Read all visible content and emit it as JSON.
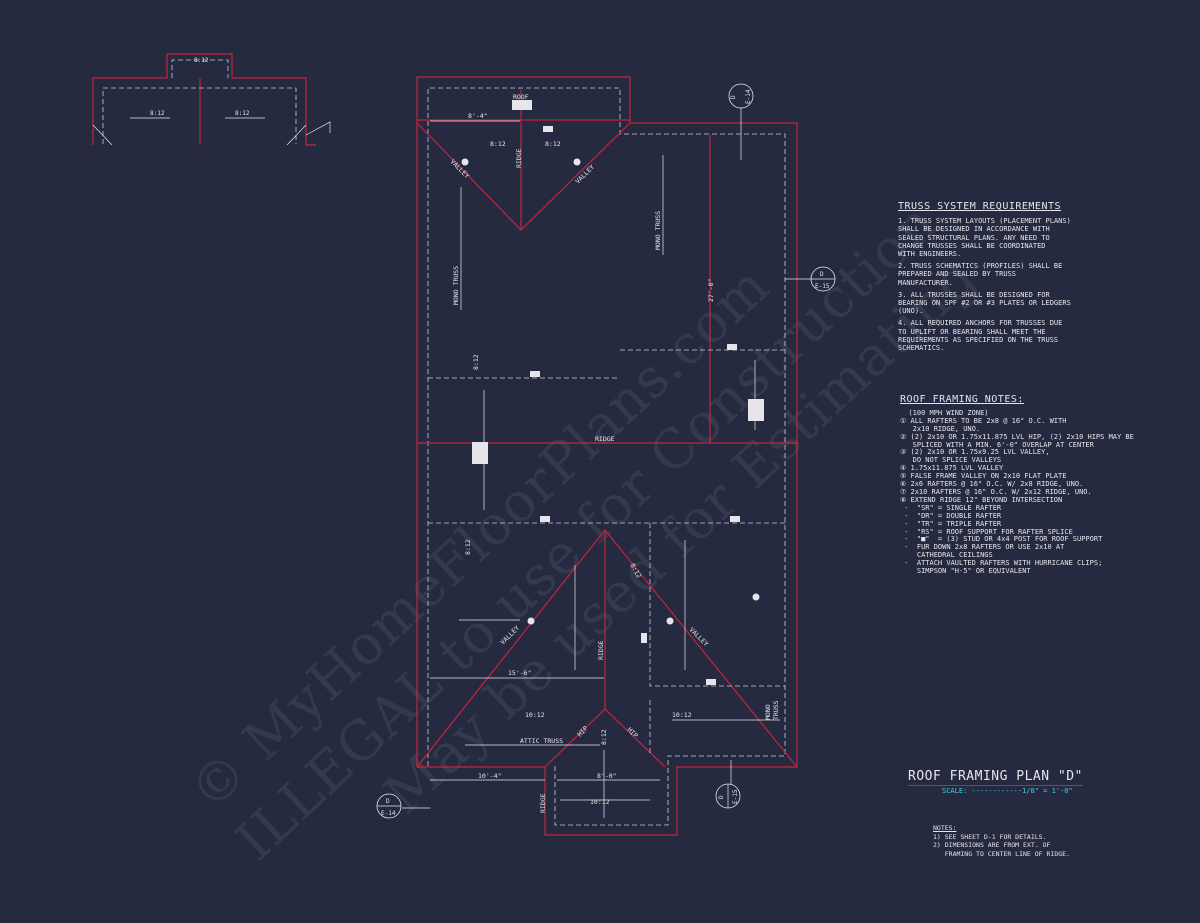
{
  "watermark": {
    "line1": "© MyHomeFloorPlans.com",
    "line2": "ILLEGAL to use for Construction",
    "line3": "May be used for Estimating"
  },
  "plan": {
    "title": "ROOF FRAMING PLAN \"D\"",
    "scale": "SCALE: ------------1/8\" = 1'-0\""
  },
  "labels": {
    "ridge": "RIDGE",
    "roof": "ROOF",
    "valley": "VALLEY",
    "mono_truss": "MONO TRUSS",
    "attic_truss": "ATTIC TRUSS",
    "hip": "HIP",
    "pitch_8_12": "8:12",
    "pitch_10_12": "10:12"
  },
  "dimensions": {
    "d_8_4": "8'-4\"",
    "d_27_0": "27'-0\"",
    "d_15_6": "15'-6\"",
    "d_10_4": "10'-4\"",
    "d_8_0": "8'-0\""
  },
  "callouts": {
    "d_e14_top": {
      "letter": "D",
      "sheet": "E-14"
    },
    "d_e15_right": {
      "letter": "D",
      "sheet": "E-15"
    },
    "d_e15_bottom": {
      "letter": "D",
      "sheet": "E-15"
    },
    "d_e14_bottom": {
      "letter": "D",
      "sheet": "E-14"
    }
  },
  "truss_requirements": {
    "title": "TRUSS SYSTEM REQUIREMENTS",
    "items": [
      "1. TRUSS SYSTEM LAYOUTS (PLACEMENT PLANS)\nSHALL BE DESIGNED IN ACCORDANCE WITH\nSEALED STRUCTURAL PLANS. ANY NEED TO\nCHANGE TRUSSES SHALL BE COORDINATED\nWITH ENGINEERS.",
      "2. TRUSS SCHEMATICS (PROFILES) SHALL BE\nPREPARED AND SEALED BY TRUSS\nMANUFACTURER.",
      "3. ALL TRUSSES SHALL BE DESIGNED FOR\nBEARING ON SPF #2 OR #3 PLATES OR LEDGERS\n(UNO).",
      "4. ALL REQUIRED ANCHORS FOR TRUSSES DUE\nTO UPLIFT OR BEARING SHALL MEET THE\nREQUIREMENTS AS SPECIFIED ON THE TRUSS\nSCHEMATICS."
    ]
  },
  "roof_framing_notes": {
    "title": "ROOF FRAMING NOTES:",
    "items": [
      "  (100 MPH WIND ZONE)",
      "① ALL RAFTERS TO BE 2x8 @ 16\" O.C. WITH",
      "   2x10 RIDGE, UNO.",
      "② (2) 2x10 OR 1.75x11.875 LVL HIP, (2) 2x10 HIPS MAY BE",
      "   SPLICED WITH A MIN. 6'-0\" OVERLAP AT CENTER",
      "③ (2) 2x10 OR 1.75x9.25 LVL VALLEY,",
      "   DO NOT SPLICE VALLEYS",
      "④ 1.75x11.875 LVL VALLEY",
      "⑤ FALSE FRAME VALLEY ON 2x10 FLAT PLATE",
      "⑥ 2x6 RAFTERS @ 16\" O.C. W/ 2x8 RIDGE, UNO.",
      "⑦ 2x10 RAFTERS @ 16\" O.C. W/ 2x12 RIDGE, UNO.",
      "⑧ EXTEND RIDGE 12\" BEYOND INTERSECTION",
      " -  \"SR\" = SINGLE RAFTER",
      " -  \"DR\" = DOUBLE RAFTER",
      " -  \"TR\" = TRIPLE RAFTER",
      " -  \"RS\" = ROOF SUPPORT FOR RAFTER SPLICE",
      " -  \"■\"  = (3) STUD OR 4x4 POST FOR ROOF SUPPORT",
      " -  FUR DOWN 2x8 RAFTERS OR USE 2x10 AT",
      "    CATHEDRAL CEILINGS",
      " -  ATTACH VAULTED RAFTERS WITH HURRICANE CLIPS;",
      "    SIMPSON \"H-5\" OR EQUIVALENT"
    ]
  },
  "bottom_notes": {
    "title": "NOTES:",
    "items": [
      "1) SEE SHEET D-1 FOR DETAILS.",
      "2) DIMENSIONS ARE FROM EXT. OF",
      "   FRAMING TO CENTER LINE OF RIDGE."
    ]
  }
}
